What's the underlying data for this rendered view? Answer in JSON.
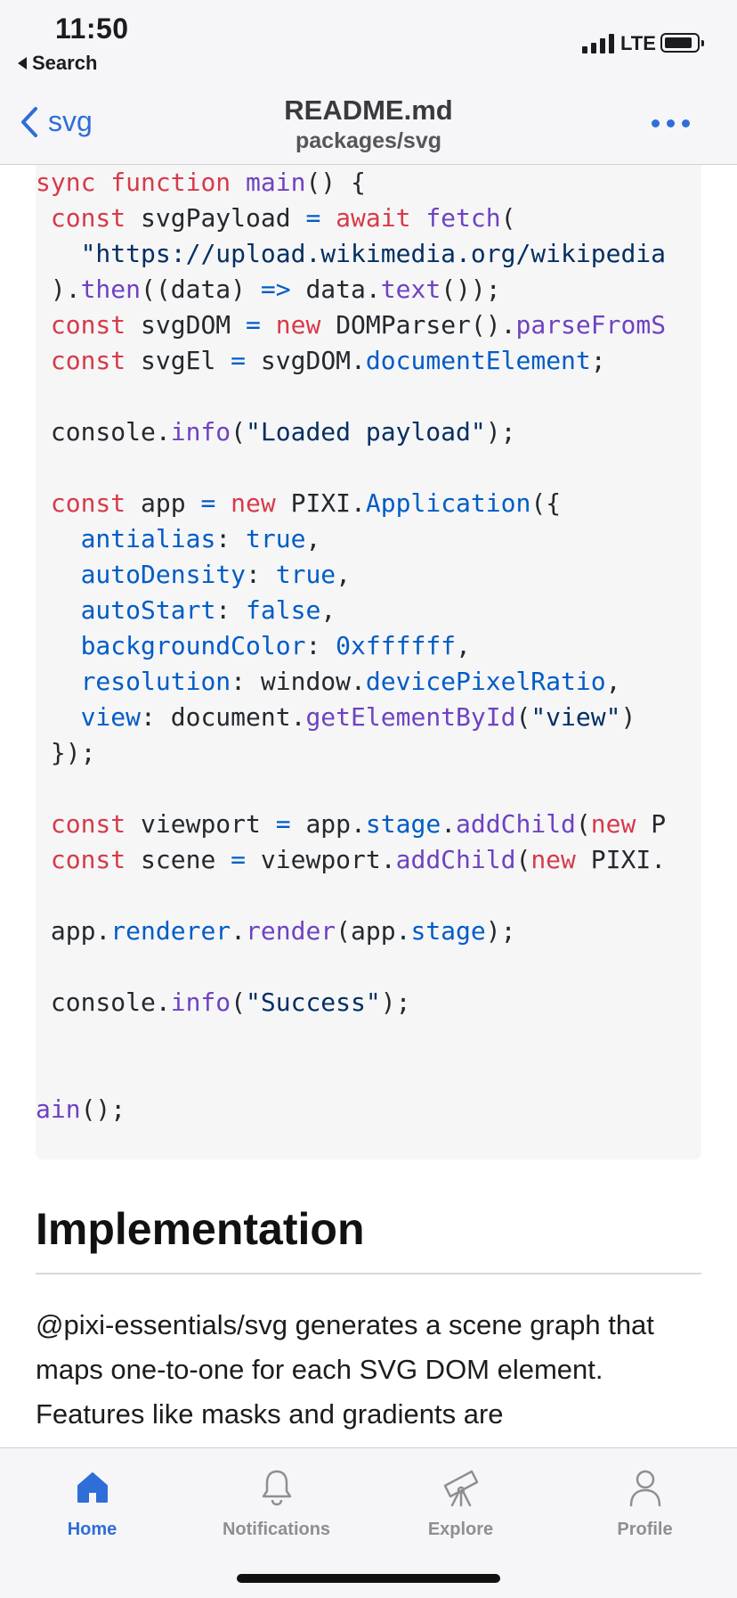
{
  "status_bar": {
    "time": "11:50",
    "back_app": "Search",
    "network": "LTE"
  },
  "nav": {
    "back_label": "svg",
    "title": "README.md",
    "subtitle": "packages/svg"
  },
  "code": {
    "lines": [
      [
        [
          "k",
          "sync "
        ],
        [
          "k",
          "function "
        ],
        [
          "f",
          "main"
        ],
        [
          "t",
          "() {"
        ]
      ],
      [
        [
          "t",
          " "
        ],
        [
          "k",
          "const "
        ],
        [
          "t",
          "svgPayload "
        ],
        [
          "p",
          "= "
        ],
        [
          "k",
          "await "
        ],
        [
          "f",
          "fetch"
        ],
        [
          "t",
          "("
        ]
      ],
      [
        [
          "t",
          "   "
        ],
        [
          "s",
          "\"https://upload.wikimedia.org/wikipedia"
        ]
      ],
      [
        [
          "t",
          " )."
        ],
        [
          "f",
          "then"
        ],
        [
          "t",
          "((data) "
        ],
        [
          "p",
          "=> "
        ],
        [
          "t",
          "data."
        ],
        [
          "f",
          "text"
        ],
        [
          "t",
          "());"
        ]
      ],
      [
        [
          "t",
          " "
        ],
        [
          "k",
          "const "
        ],
        [
          "t",
          "svgDOM "
        ],
        [
          "p",
          "= "
        ],
        [
          "k",
          "new "
        ],
        [
          "t",
          "DOMParser()."
        ],
        [
          "f",
          "parseFromS"
        ]
      ],
      [
        [
          "t",
          " "
        ],
        [
          "k",
          "const "
        ],
        [
          "t",
          "svgEl "
        ],
        [
          "p",
          "= "
        ],
        [
          "t",
          "svgDOM."
        ],
        [
          "p",
          "documentElement"
        ],
        [
          "t",
          ";"
        ]
      ],
      [],
      [
        [
          "t",
          " console."
        ],
        [
          "f",
          "info"
        ],
        [
          "t",
          "("
        ],
        [
          "s",
          "\"Loaded payload\""
        ],
        [
          "t",
          ");"
        ]
      ],
      [],
      [
        [
          "t",
          " "
        ],
        [
          "k",
          "const "
        ],
        [
          "t",
          "app "
        ],
        [
          "p",
          "= "
        ],
        [
          "k",
          "new "
        ],
        [
          "t",
          "PIXI."
        ],
        [
          "p",
          "Application"
        ],
        [
          "t",
          "({"
        ]
      ],
      [
        [
          "t",
          "   "
        ],
        [
          "p",
          "antialias"
        ],
        [
          "t",
          ": "
        ],
        [
          "p",
          "true"
        ],
        [
          "t",
          ","
        ]
      ],
      [
        [
          "t",
          "   "
        ],
        [
          "p",
          "autoDensity"
        ],
        [
          "t",
          ": "
        ],
        [
          "p",
          "true"
        ],
        [
          "t",
          ","
        ]
      ],
      [
        [
          "t",
          "   "
        ],
        [
          "p",
          "autoStart"
        ],
        [
          "t",
          ": "
        ],
        [
          "p",
          "false"
        ],
        [
          "t",
          ","
        ]
      ],
      [
        [
          "t",
          "   "
        ],
        [
          "p",
          "backgroundColor"
        ],
        [
          "t",
          ": "
        ],
        [
          "p",
          "0xffffff"
        ],
        [
          "t",
          ","
        ]
      ],
      [
        [
          "t",
          "   "
        ],
        [
          "p",
          "resolution"
        ],
        [
          "t",
          ": window."
        ],
        [
          "p",
          "devicePixelRatio"
        ],
        [
          "t",
          ","
        ]
      ],
      [
        [
          "t",
          "   "
        ],
        [
          "p",
          "view"
        ],
        [
          "t",
          ": document."
        ],
        [
          "f",
          "getElementById"
        ],
        [
          "t",
          "("
        ],
        [
          "s",
          "\"view\""
        ],
        [
          "t",
          ")"
        ]
      ],
      [
        [
          "t",
          " });"
        ]
      ],
      [],
      [
        [
          "t",
          " "
        ],
        [
          "k",
          "const "
        ],
        [
          "t",
          "viewport "
        ],
        [
          "p",
          "= "
        ],
        [
          "t",
          "app."
        ],
        [
          "p",
          "stage"
        ],
        [
          "t",
          "."
        ],
        [
          "f",
          "addChild"
        ],
        [
          "t",
          "("
        ],
        [
          "k",
          "new "
        ],
        [
          "t",
          "P"
        ]
      ],
      [
        [
          "t",
          " "
        ],
        [
          "k",
          "const "
        ],
        [
          "t",
          "scene "
        ],
        [
          "p",
          "= "
        ],
        [
          "t",
          "viewport."
        ],
        [
          "f",
          "addChild"
        ],
        [
          "t",
          "("
        ],
        [
          "k",
          "new "
        ],
        [
          "t",
          "PIXI."
        ]
      ],
      [],
      [
        [
          "t",
          " app."
        ],
        [
          "p",
          "renderer"
        ],
        [
          "t",
          "."
        ],
        [
          "f",
          "render"
        ],
        [
          "t",
          "(app."
        ],
        [
          "p",
          "stage"
        ],
        [
          "t",
          ");"
        ]
      ],
      [],
      [
        [
          "t",
          " console."
        ],
        [
          "f",
          "info"
        ],
        [
          "t",
          "("
        ],
        [
          "s",
          "\"Success\""
        ],
        [
          "t",
          ");"
        ]
      ],
      [],
      [],
      [
        [
          "f",
          "ain"
        ],
        [
          "t",
          "();"
        ]
      ]
    ]
  },
  "content": {
    "heading": "Implementation",
    "paragraph": "@pixi-essentials/svg generates a scene graph that maps one-to-one for each SVG DOM element. Features like masks and gradients are"
  },
  "tabs": [
    {
      "label": "Home",
      "icon": "home-icon",
      "active": true
    },
    {
      "label": "Notifications",
      "icon": "bell-icon",
      "active": false
    },
    {
      "label": "Explore",
      "icon": "telescope-icon",
      "active": false
    },
    {
      "label": "Profile",
      "icon": "person-icon",
      "active": false
    }
  ],
  "colors": {
    "accent": "#2f6ed8",
    "keyword": "#d73a49",
    "function": "#6f42c1",
    "property": "#005cc5",
    "string": "#032f62"
  }
}
